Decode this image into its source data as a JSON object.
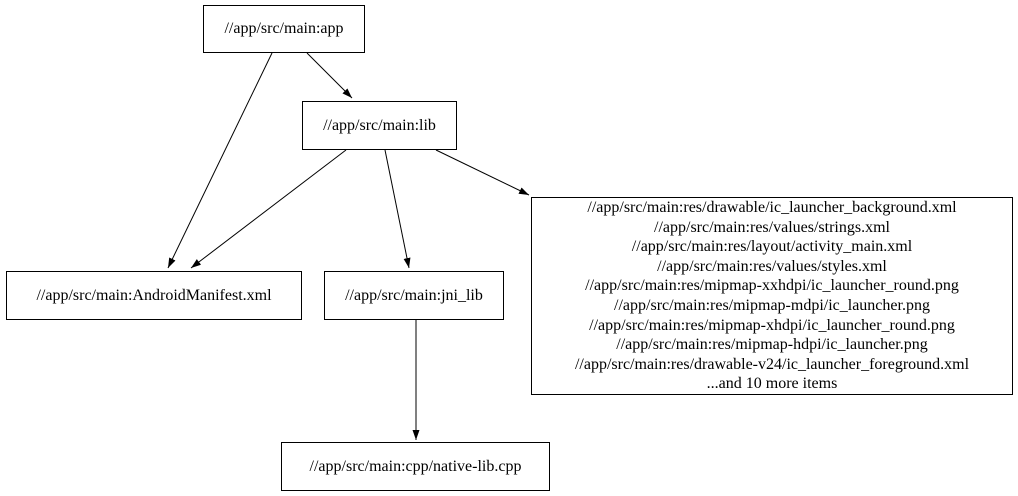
{
  "diagram": {
    "type": "dependency-graph",
    "background_color": "#ffffff",
    "node_border_color": "#000000",
    "text_color": "#000000",
    "edge_color": "#000000",
    "nodes": {
      "app": {
        "label": "//app/src/main:app"
      },
      "lib": {
        "label": "//app/src/main:lib"
      },
      "android_manifest": {
        "label": "//app/src/main:AndroidManifest.xml"
      },
      "jni_lib": {
        "label": "//app/src/main:jni_lib"
      },
      "res_group": {
        "lines": [
          "//app/src/main:res/drawable/ic_launcher_background.xml",
          "//app/src/main:res/values/strings.xml",
          "//app/src/main:res/layout/activity_main.xml",
          "//app/src/main:res/values/styles.xml",
          "//app/src/main:res/mipmap-xxhdpi/ic_launcher_round.png",
          "//app/src/main:res/mipmap-mdpi/ic_launcher.png",
          "//app/src/main:res/mipmap-xhdpi/ic_launcher_round.png",
          "//app/src/main:res/mipmap-hdpi/ic_launcher.png",
          "//app/src/main:res/drawable-v24/ic_launcher_foreground.xml",
          "...and 10 more items"
        ]
      },
      "native_cpp": {
        "label": "//app/src/main:cpp/native-lib.cpp"
      }
    },
    "edges": [
      {
        "from": "app",
        "to": "android_manifest"
      },
      {
        "from": "app",
        "to": "lib"
      },
      {
        "from": "lib",
        "to": "android_manifest"
      },
      {
        "from": "lib",
        "to": "jni_lib"
      },
      {
        "from": "lib",
        "to": "res_group"
      },
      {
        "from": "jni_lib",
        "to": "native_cpp"
      }
    ]
  }
}
